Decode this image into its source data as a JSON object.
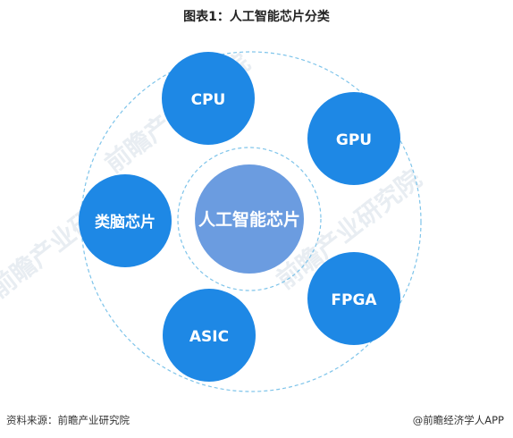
{
  "title": "图表1：人工智能芯片分类",
  "center": "人工智能芯片",
  "nodes": [
    "CPU",
    "GPU",
    "FPGA",
    "ASIC",
    "类脑芯片"
  ],
  "colors": {
    "node": "#1e88e5",
    "center": "#6b9ce0",
    "ring": "#7ec4ea"
  },
  "footer": {
    "source": "资料来源：前瞻产业研究院",
    "brand": "@前瞻经济学人APP"
  },
  "watermark": "前瞻产业研究院"
}
